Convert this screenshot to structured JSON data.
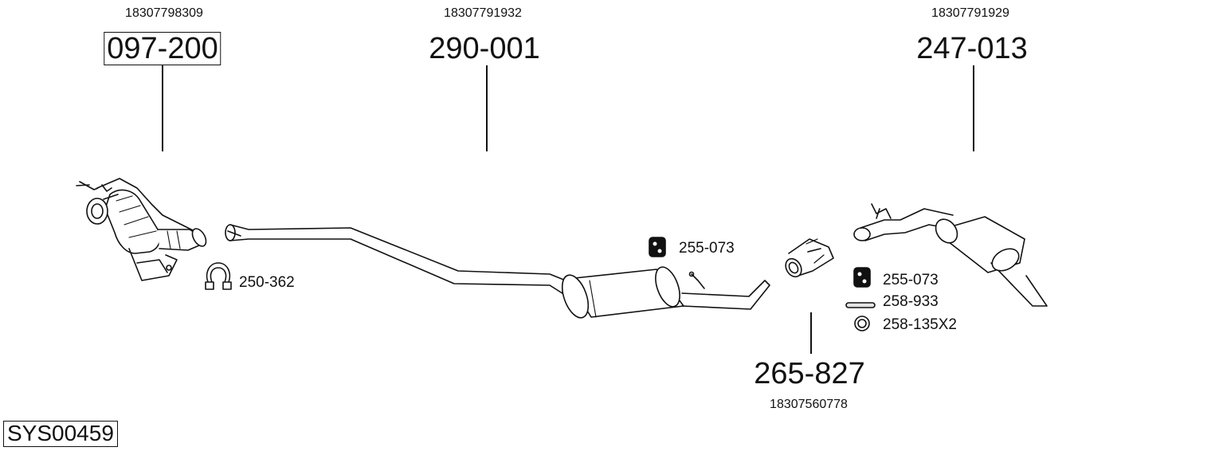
{
  "system_code": "SYS00459",
  "parts": [
    {
      "part_no": "097-200",
      "oem_no": "18307798309"
    },
    {
      "part_no": "290-001",
      "oem_no": "18307791932"
    },
    {
      "part_no": "247-013",
      "oem_no": "18307791929"
    },
    {
      "part_no": "265-827",
      "oem_no": "18307560778"
    }
  ],
  "accessories": [
    {
      "label": "250-362",
      "icon": "clamp-icon"
    },
    {
      "label": "255-073",
      "icon": "rubber-hanger-icon"
    },
    {
      "label": "255-073",
      "icon": "rubber-hanger-icon"
    },
    {
      "label": "258-933",
      "icon": "pin-icon"
    },
    {
      "label": "258-135X2",
      "icon": "ring-gasket-icon"
    }
  ],
  "colors": {
    "line": "#111111",
    "fill": "#ffffff",
    "shade": "#d9d9d9"
  }
}
